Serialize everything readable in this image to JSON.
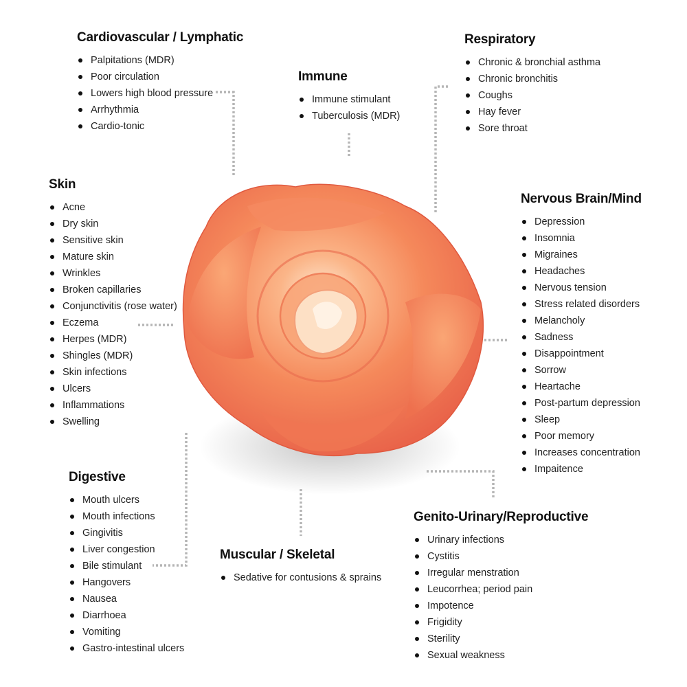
{
  "sections": {
    "cardiovascular": {
      "title": "Cardiovascular / Lymphatic",
      "items": [
        "Palpitations (MDR)",
        "Poor circulation",
        "Lowers high blood pressure",
        "Arrhythmia",
        "Cardio-tonic"
      ]
    },
    "immune": {
      "title": "Immune",
      "items": [
        "Immune stimulant",
        "Tuberculosis (MDR)"
      ]
    },
    "respiratory": {
      "title": "Respiratory",
      "items": [
        "Chronic & bronchial asthma",
        "Chronic bronchitis",
        "Coughs",
        "Hay fever",
        "Sore throat"
      ]
    },
    "skin": {
      "title": "Skin",
      "items": [
        "Acne",
        "Dry skin",
        "Sensitive skin",
        "Mature skin",
        "Wrinkles",
        "Broken capillaries",
        "Conjunctivitis (rose water)",
        "Eczema",
        "Herpes (MDR)",
        "Shingles (MDR)",
        "Skin infections",
        "Ulcers",
        "Inflammations",
        "Swelling"
      ]
    },
    "nervous": {
      "title": "Nervous Brain/Mind",
      "items": [
        "Depression",
        "Insomnia",
        "Migraines",
        "Headaches",
        "Nervous tension",
        "Stress related disorders",
        "Melancholy",
        "Sadness",
        "Disappointment",
        "Sorrow",
        "Heartache",
        "Post-partum depression",
        "Sleep",
        "Poor memory",
        "Increases concentration",
        "Impaitence"
      ]
    },
    "digestive": {
      "title": "Digestive",
      "items": [
        "Mouth ulcers",
        "Mouth infections",
        "Gingivitis",
        "Liver congestion",
        "Bile stimulant",
        "Hangovers",
        "Nausea",
        "Diarrhoea",
        "Vomiting",
        "Gastro-intestinal ulcers"
      ]
    },
    "muscular": {
      "title": "Muscular / Skeletal",
      "items": [
        "Sedative for contusions & sprains"
      ]
    },
    "genito": {
      "title": "Genito-Urinary/Reproductive",
      "items": [
        "Urinary infections",
        "Cystitis",
        "Irregular menstration",
        "Leucorrhea; period pain",
        "Impotence",
        "Frigidity",
        "Sterility",
        "Sexual weakness"
      ]
    }
  },
  "colors": {
    "connector": "#b5b5b5",
    "rose_outer": "#f07a5a",
    "rose_mid": "#f6905f",
    "rose_center": "#fbc9a4"
  },
  "illustration": {
    "center": "rose-flower"
  }
}
